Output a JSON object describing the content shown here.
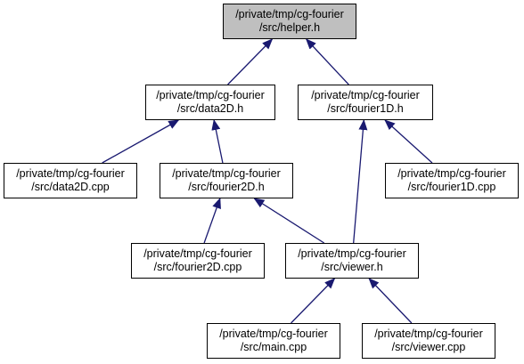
{
  "nodes": {
    "helper_h": {
      "line1": "/private/tmp/cg-fourier",
      "line2": "/src/helper.h"
    },
    "data2d_h": {
      "line1": "/private/tmp/cg-fourier",
      "line2": "/src/data2D.h"
    },
    "fourier1d_h": {
      "line1": "/private/tmp/cg-fourier",
      "line2": "/src/fourier1D.h"
    },
    "data2d_cpp": {
      "line1": "/private/tmp/cg-fourier",
      "line2": "/src/data2D.cpp"
    },
    "fourier2d_h": {
      "line1": "/private/tmp/cg-fourier",
      "line2": "/src/fourier2D.h"
    },
    "fourier1d_cpp": {
      "line1": "/private/tmp/cg-fourier",
      "line2": "/src/fourier1D.cpp"
    },
    "fourier2d_cpp": {
      "line1": "/private/tmp/cg-fourier",
      "line2": "/src/fourier2D.cpp"
    },
    "viewer_h": {
      "line1": "/private/tmp/cg-fourier",
      "line2": "/src/viewer.h"
    },
    "main_cpp": {
      "line1": "/private/tmp/cg-fourier",
      "line2": "/src/main.cpp"
    },
    "viewer_cpp": {
      "line1": "/private/tmp/cg-fourier",
      "line2": "/src/viewer.cpp"
    }
  },
  "edges": [
    {
      "from": "data2d_h",
      "to": "helper_h"
    },
    {
      "from": "fourier1d_h",
      "to": "helper_h"
    },
    {
      "from": "data2d_cpp",
      "to": "data2d_h"
    },
    {
      "from": "fourier2d_h",
      "to": "data2d_h"
    },
    {
      "from": "viewer_h",
      "to": "fourier1d_h"
    },
    {
      "from": "fourier1d_cpp",
      "to": "fourier1d_h"
    },
    {
      "from": "fourier2d_cpp",
      "to": "fourier2d_h"
    },
    {
      "from": "viewer_h",
      "to": "fourier2d_h"
    },
    {
      "from": "main_cpp",
      "to": "viewer_h"
    },
    {
      "from": "viewer_cpp",
      "to": "viewer_h"
    }
  ],
  "colors": {
    "edge": "#191970",
    "root_fill": "#bfbfbf",
    "node_fill": "#ffffff"
  }
}
